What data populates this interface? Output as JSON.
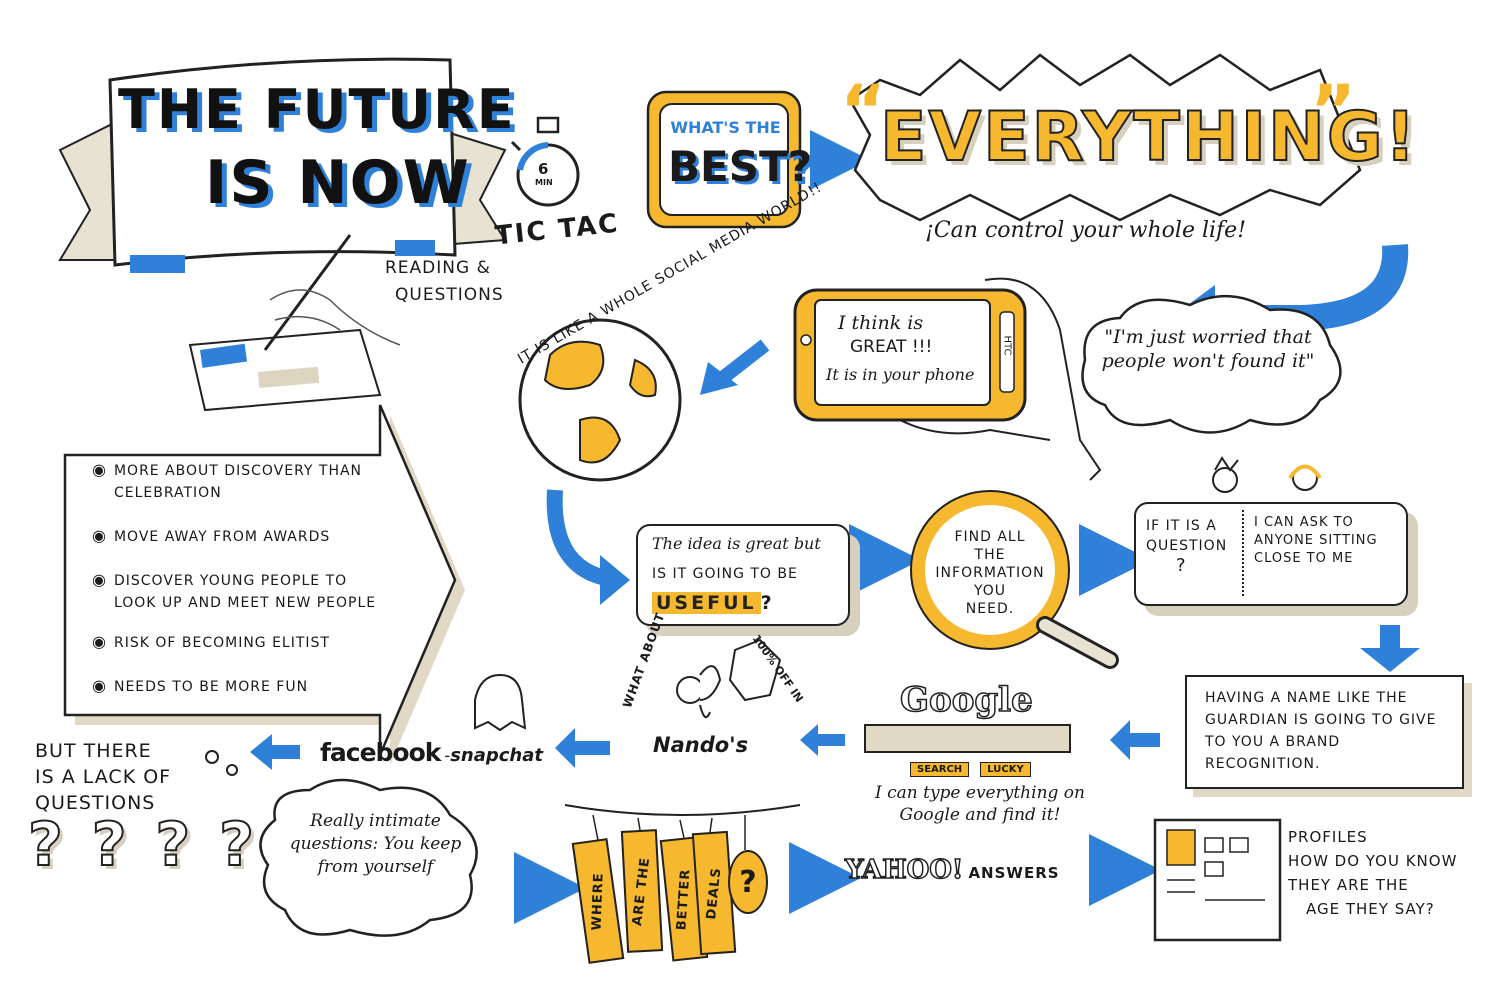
{
  "title": {
    "line1": "THE FUTURE",
    "line2": "IS NOW"
  },
  "timer": {
    "value": "6",
    "unit": "MIN",
    "sound": "TIC TAC"
  },
  "reading": {
    "line1": "READING &",
    "line2": "QUESTIONS"
  },
  "question": {
    "line1": "WHAT'S THE",
    "line2": "BEST?"
  },
  "everything": {
    "word": "EVERYTHING!",
    "quote_open": "“",
    "quote_close": "”",
    "caption": "¡Can control your whole life!"
  },
  "phone": {
    "line1": "I think is",
    "line2": "GREAT !!!",
    "line3": "It is in your phone",
    "brand": "HTC"
  },
  "worry": {
    "text": "\"I'm just worried that people won't found it\""
  },
  "globe": {
    "text": "IT IS LIKE A WHOLE SOCIAL MEDIA WORLD!!"
  },
  "ideas": {
    "items": [
      {
        "text": "MORE ABOUT DISCOVERY THAN CELEBRATION"
      },
      {
        "text": "MOVE AWAY FROM AWARDS"
      },
      {
        "text": "DISCOVER YOUNG PEOPLE TO LOOK UP AND MEET NEW PEOPLE"
      },
      {
        "text": "RISK OF BECOMING ELITIST"
      },
      {
        "text": "NEEDS TO BE MORE FUN"
      }
    ]
  },
  "useful": {
    "line1": "The idea is great but",
    "line2": "is it GOING TO BE",
    "highlight": "USEFUL",
    "tail": "?"
  },
  "magnifier": {
    "line1": "FIND ALL",
    "line2": "THE",
    "line3": "INFORMATION",
    "line4": "YOU",
    "line5": "NEED."
  },
  "ask": {
    "left1": "IF IT IS A",
    "left2": "QUESTION",
    "left3": "?",
    "right": "I CAN ASK TO ANYONE SITTING CLOSE TO ME"
  },
  "brand": {
    "text": "HAVING A NAME LIKE the guardian IS GOING TO GIVE TO YOU A BRAND RECOGNITION."
  },
  "google": {
    "logo": "Google",
    "search": "SEARCH",
    "lucky": "LUCKY",
    "caption": "I can type everything on Google and find it!"
  },
  "nandos": {
    "what": "WHAT ABOUT",
    "name": "Nando's",
    "offer": "100% OFF IN"
  },
  "social": {
    "facebook": "facebook",
    "snapchat": "snapchat"
  },
  "lack": {
    "line1": "BUT THERE",
    "line2": "IS A LACK OF",
    "line3": "QUESTIONS",
    "marks": "? ? ? ?"
  },
  "intimate": {
    "text": "Really intimate questions: You keep from yourself"
  },
  "deals": {
    "tags": [
      "WHERE",
      "ARE THE",
      "BETTER",
      "DEALS",
      "?"
    ]
  },
  "yahoo": {
    "logo": "YAHOO!",
    "suffix": "ANSWERS"
  },
  "profiles": {
    "line1": "PROFILES",
    "line2": "HOW DO YOU KNOW",
    "line3": "THEY ARE THE",
    "line4": "AGE THEY SAY?"
  },
  "colors": {
    "blue": "#2f80d8",
    "yellow": "#f5b82e",
    "beige": "#d8d0bf",
    "ink": "#1a1a1a"
  }
}
